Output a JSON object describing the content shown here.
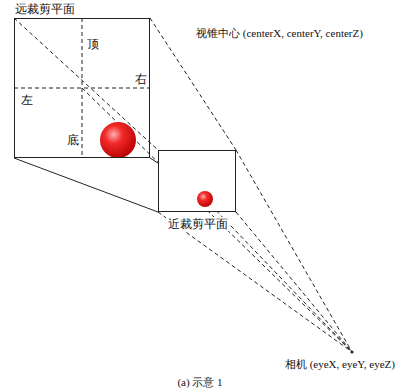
{
  "diagram": {
    "caption": "(a) 示意 1",
    "nodes": [
      {
        "text": [
          "远裁剪平面",
          "顶",
          "右",
          "左",
          "底"
        ]
      },
      {
        "text": [
          "近裁剪平面"
        ]
      }
    ],
    "labels": [
      "视锥中心 (centerX, centerY, centerZ)",
      "相机 (eyeX, eyeY, eyeZ)"
    ]
  }
}
